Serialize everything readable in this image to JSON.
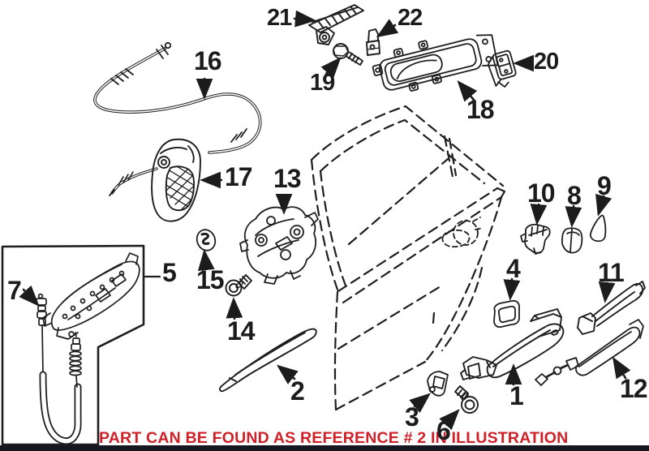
{
  "illustration": {
    "caption": "PART CAN BE FOUND AS REFERENCE # 2 IN ILLUSTRATION",
    "caption_color": "#d02027",
    "line_color": "#1e1e1e",
    "background": "#ffffff",
    "bottom_bar_color": "#161620"
  },
  "callouts": {
    "c1": {
      "label": "1"
    },
    "c2": {
      "label": "2"
    },
    "c3": {
      "label": "3"
    },
    "c4": {
      "label": "4"
    },
    "c5": {
      "label": "5"
    },
    "c6": {
      "label": "6"
    },
    "c7": {
      "label": "7"
    },
    "c8": {
      "label": "8"
    },
    "c9": {
      "label": "9"
    },
    "c10": {
      "label": "10"
    },
    "c11": {
      "label": "11"
    },
    "c12": {
      "label": "12"
    },
    "c13": {
      "label": "13"
    },
    "c14": {
      "label": "14"
    },
    "c15": {
      "label": "15"
    },
    "c16": {
      "label": "16"
    },
    "c17": {
      "label": "17"
    },
    "c18": {
      "label": "18"
    },
    "c19": {
      "label": "19"
    },
    "c20": {
      "label": "20"
    },
    "c21": {
      "label": "21"
    },
    "c22": {
      "label": "22"
    }
  }
}
